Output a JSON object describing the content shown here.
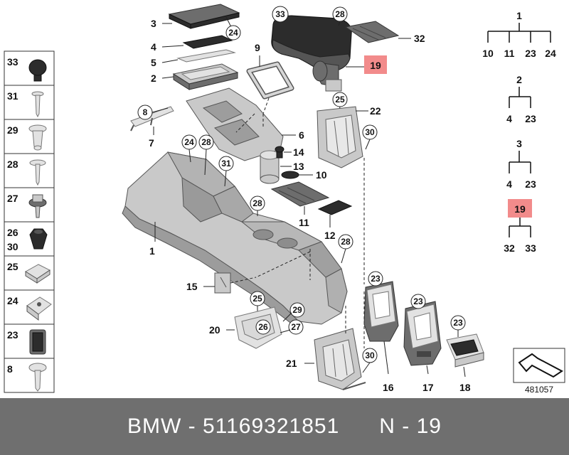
{
  "parts_grid": [
    {
      "id": "p33",
      "label": "33"
    },
    {
      "id": "p31",
      "label": "31"
    },
    {
      "id": "p29",
      "label": "29"
    },
    {
      "id": "p28",
      "label": "28"
    },
    {
      "id": "p27",
      "label": "27"
    },
    {
      "id": "p26",
      "label": "26",
      "label2": "30"
    },
    {
      "id": "p25",
      "label": "25"
    },
    {
      "id": "p24",
      "label": "24"
    },
    {
      "id": "p23",
      "label": "23"
    },
    {
      "id": "p8",
      "label": "8"
    }
  ],
  "callouts": {
    "n1": "1",
    "n2": "2",
    "n3": "3",
    "n4": "4",
    "n5": "5",
    "n6": "6",
    "n7": "7",
    "n9": "9",
    "n10": "10",
    "n11": "11",
    "n12": "12",
    "n13": "13",
    "n14": "14",
    "n15": "15",
    "n16": "16",
    "n17": "17",
    "n18": "18",
    "n20": "20",
    "n21": "21",
    "n22": "22",
    "n32": "32",
    "c8": "8",
    "c24a": "24",
    "c24b": "24",
    "c28a": "28",
    "c31": "31",
    "c28b": "28",
    "c28c": "28",
    "c33": "33",
    "c28d": "28",
    "c25a": "25",
    "c30a": "30",
    "c25b": "25",
    "c29": "29",
    "c26": "26",
    "c27": "27",
    "c23a": "23",
    "c23b": "23",
    "c23c": "23",
    "c30b": "30",
    "h19": "19"
  },
  "legend": {
    "g1": {
      "root": "1",
      "children": [
        "10",
        "11",
        "23",
        "24"
      ]
    },
    "g2": {
      "root": "2",
      "children": [
        "4",
        "23"
      ]
    },
    "g3": {
      "root": "3",
      "children": [
        "4",
        "23"
      ]
    },
    "g19": {
      "root": "19",
      "children": [
        "32",
        "33"
      ]
    }
  },
  "highlight_color": "#f28b8b",
  "diagram_number": "481057",
  "footer": {
    "text": "BMW - 51169321851      N - 19"
  }
}
